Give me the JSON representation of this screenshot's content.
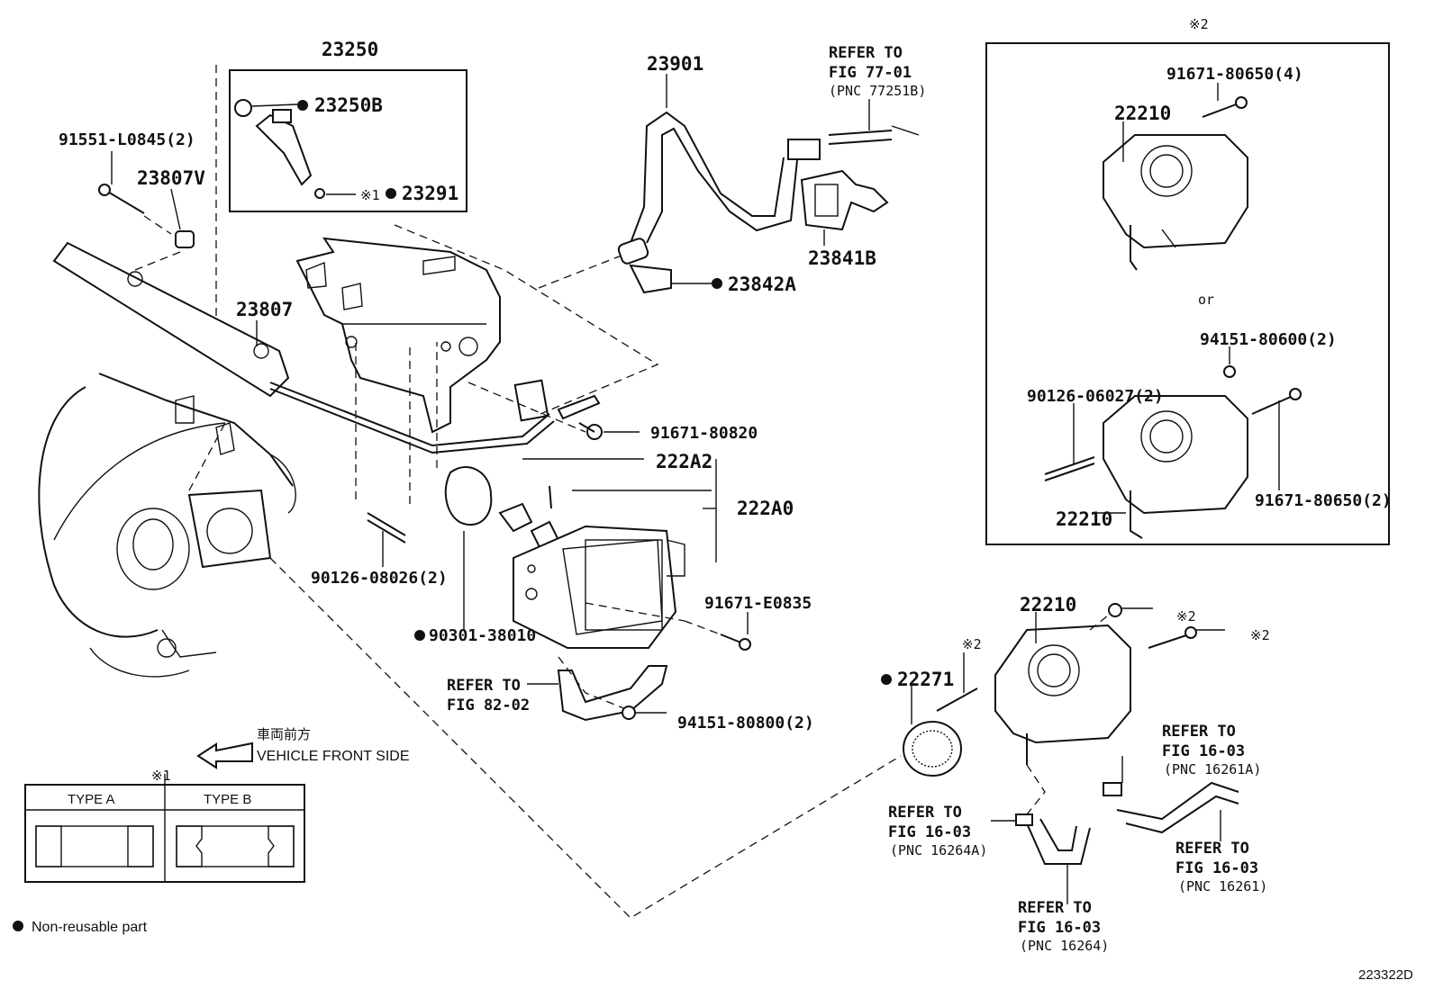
{
  "parts": {
    "p23250": "23250",
    "p23250B": "23250B",
    "p23291": "23291",
    "p91551": "91551-L0845(2)",
    "p23807V": "23807V",
    "p23807": "23807",
    "p23901": "23901",
    "p23841B": "23841B",
    "p23842A": "23842A",
    "p91671_80820": "91671-80820",
    "p222A2": "222A2",
    "p222A0": "222A0",
    "p90126_08026": "90126-08026(2)",
    "p90301": "90301-38010",
    "p91671_E0835": "91671-E0835",
    "p94151_80800": "94151-80800(2)",
    "p22271": "22271",
    "p22210a": "22210",
    "p22210b": "22210",
    "p22210c": "22210",
    "p91671_80650_4": "91671-80650(4)",
    "p94151_80600": "94151-80600(2)",
    "p90126_06027": "90126-06027(2)",
    "p91671_80650_2": "91671-80650(2)"
  },
  "refs": {
    "r77_1": "REFER TO",
    "r77_2": "FIG 77-01",
    "r77_3": "(PNC 77251B)",
    "r82_1": "REFER TO",
    "r82_2": "FIG 82-02",
    "r1626_1": "REFER TO",
    "r1626_2": "FIG 16-03",
    "r1626_3": "(PNC 16261A)",
    "r16264A_1": "REFER TO",
    "r16264A_2": "FIG 16-03",
    "r16264A_3": "(PNC 16264A)",
    "r16261_1": "REFER TO",
    "r16261_2": "FIG 16-03",
    "r16261_3": "(PNC 16261)",
    "r16264_1": "REFER TO",
    "r16264_2": "FIG 16-03",
    "r16264_3": "(PNC 16264)"
  },
  "marks": {
    "note1": "※1",
    "note2": "※2",
    "n2_top": "※2",
    "n2_nut": "※2",
    "n2_bolt": "※2",
    "n2_stud": "※2",
    "or": "or"
  },
  "front": {
    "jp": "車両前方",
    "en": "VEHICLE FRONT SIDE"
  },
  "types": {
    "type_a": "TYPE A",
    "type_b": "TYPE B"
  },
  "legend": {
    "text": "Non-reusable part"
  },
  "figure_id": "223322D"
}
